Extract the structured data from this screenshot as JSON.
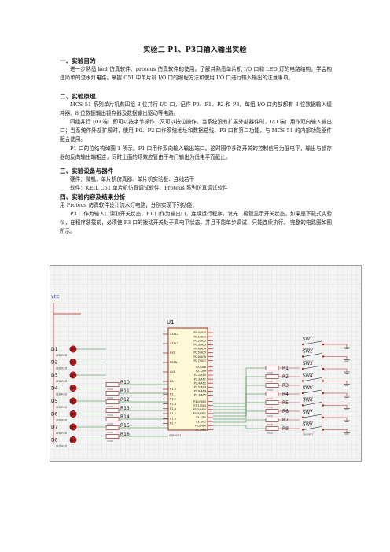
{
  "doc": {
    "title": "实验二  P1、P3口输入输出实验",
    "s1": {
      "heading": "一、实验目的",
      "body": "进一步熟悉 keil 仿真软件、proteus 仿真软件的使用。了解并熟悉单片机 I/O 口和 LED 灯的电路结构，学会构建简单的流水灯电路。掌握 C51 中单片机 I/O 口的编程方法和使用 I/O 口进行输入输出的注意事项。"
    },
    "s2": {
      "heading": "二、实验原理",
      "p1": "MCS-51 系列单片机有四组 8 位并行 I/O 口，记作 P0、P1、P2 和 P3。每组 I/O 口内部都有 8 位数据输入缓冲器、8 位数据输出锁存器及数据输出驱动等电路。",
      "p2": "四组并行 I/O 端口即可以按字节操作，又可以按位操作。当系统没有扩展外部器件时，I/O 端口用作双向输入输出口；当系统作外部扩展时，使用 P0、P2 口作系统地址和数据总线、P3 口有第二功能，与 MCS-51 的内部功能器件配合使用。",
      "p3": "P1 口的位结构如图 1 所示。P1 口用作双向输入输出端口。这时图中多路开关的控制信号为低电平，输出与锁存器的反向输出端相连，同时上面的场效应管由于与门输出为低电平而截止。"
    },
    "s3": {
      "heading": "三、实验设备与器件",
      "hw": "硬件：微机、单片机仿真器、单片机实验板、连线若干",
      "sw": "软件：KEIL C51 单片机仿真调试软件、Proteus 系列仿真调试软件"
    },
    "s4": {
      "heading": "四、实验内容及结果分析",
      "intro": "用 Proteus 仿真软件设计流水灯电路，分别实现下列功能：",
      "body": "P3 口作为输入口读取开关状态，P1 口作为输出口，连续运行程序，发光二极管显示开关状态。如果是下载式实验仪，在程序装载前，必须使 P3 口的拨动开关处于高电平状态。并且不能单步调试，只能连续执行。    完整的电路图如图所示。"
    }
  },
  "schematic": {
    "mcu": "U1",
    "vcc": "VCC",
    "leds": [
      "D1",
      "D2",
      "D3",
      "D4",
      "D5",
      "D6",
      "D7",
      "D8"
    ],
    "led_type": "LED-RED",
    "res_left": [
      "R10",
      "R11",
      "R12",
      "R13",
      "R14",
      "R15",
      "R16"
    ],
    "res_right": [
      "R1",
      "R2",
      "R3",
      "R4",
      "R5",
      "R6",
      "R7",
      "R8"
    ],
    "switches": [
      "SW1",
      "SW2",
      "SW3",
      "SW4",
      "SW5",
      "SW6",
      "SW7",
      "SW8"
    ],
    "sw_type": "SW-SPST",
    "res_value": "330R",
    "pins_left": [
      "XTAL1",
      "XTAL2",
      "RST",
      "PSEN",
      "ALE",
      "EA",
      "P1.0",
      "P1.1",
      "P1.2",
      "P1.3",
      "P1.4",
      "P1.5",
      "P1.6",
      "P1.7"
    ],
    "pins_right": [
      "P0.0/AD0",
      "P0.1/AD1",
      "P0.2/AD2",
      "P0.3/AD3",
      "P0.4/AD4",
      "P0.5/AD5",
      "P0.6/AD6",
      "P0.7/AD7",
      "P2.0/A8",
      "P2.1/A9",
      "P2.2/A10",
      "P2.3/A11",
      "P2.4/A12",
      "P2.5/A13",
      "P2.6/A14",
      "P2.7/A15",
      "P3.0/RXD",
      "P3.1/TXD",
      "P3.2/INT0",
      "P3.3/INT1",
      "P3.4/T0",
      "P3.5/T1",
      "P3.6/WR",
      "P3.7/RD"
    ],
    "mcu_model": "AT89C51",
    "colors": {
      "grid": "#c8c8c8",
      "red": "#b22222",
      "wire": "#2e7d32",
      "blue": "#1f3fb4",
      "pinred": "#8b0000"
    }
  }
}
